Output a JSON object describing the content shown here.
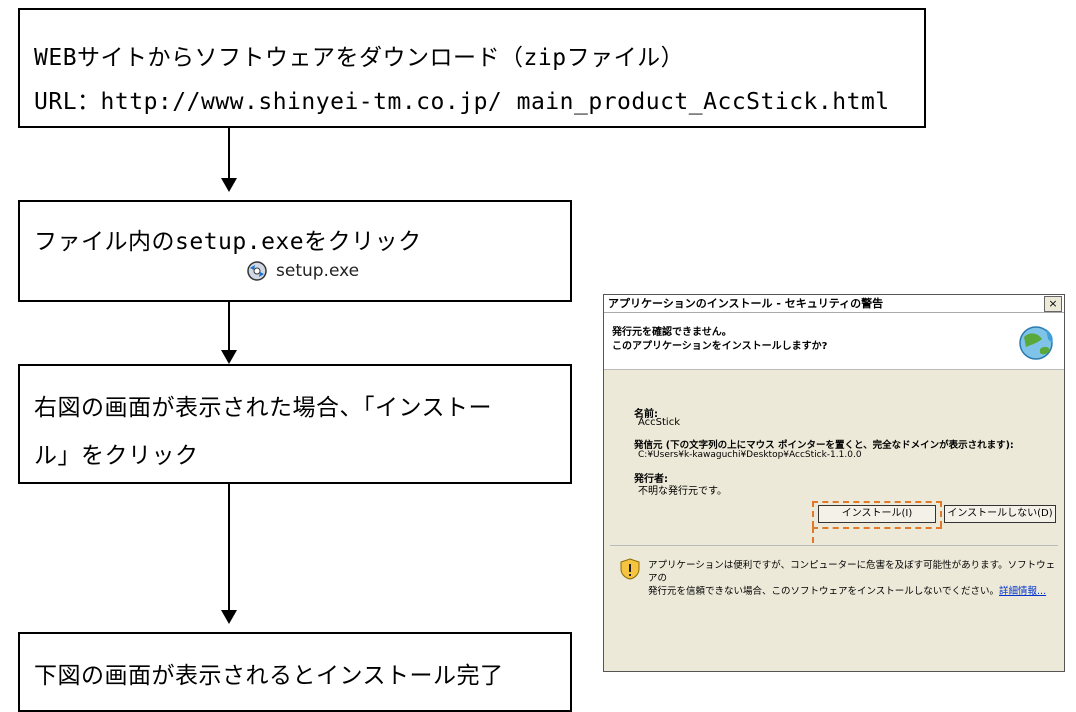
{
  "steps": {
    "step1": {
      "line1": "WEBサイトからソフトウェアをダウンロード（zipファイル）",
      "line2": "URL：http://www.shinyei-tm.co.jp/ main_product_AccStick.html"
    },
    "step2": {
      "line1": "ファイル内のsetup.exeをクリック",
      "file_label": "setup.exe"
    },
    "step3": {
      "line1": "右図の画面が表示された場合、「インストー",
      "line2": "ル」をクリック"
    },
    "step4": {
      "line1": "下図の画面が表示されるとインストール完了"
    }
  },
  "dialog": {
    "title": "アプリケーションのインストール - セキュリティの警告",
    "close": "×",
    "header_line1": "発行元を確認できません。",
    "header_line2": "このアプリケーションをインストールしますか?",
    "name_label": "名前:",
    "name_value": "AccStick",
    "from_label": "発信元 (下の文字列の上にマウス ポインターを置くと、完全なドメインが表示されます):",
    "from_value": "C:¥Users¥k-kawaguchi¥Desktop¥AccStick-1.1.0.0",
    "publisher_label": "発行者:",
    "publisher_value": "不明な発行元です。",
    "install_button": "インストール(I)",
    "dont_install_button": "インストールしない(D)",
    "warning_line1": "アプリケーションは便利ですが、コンピューターに危害を及ぼす可能性があります。ソフトウェアの",
    "warning_line2": "発行元を信頼できない場合、このソフトウェアをインストールしないでください。",
    "more_info_link": "詳細情報..."
  },
  "icons": {
    "setup": "setup-disc-icon",
    "globe": "globe-icon",
    "warning": "shield-warning-icon"
  },
  "colors": {
    "highlight_dash": "#e07a2a",
    "dialog_bg": "#ece9d8"
  }
}
